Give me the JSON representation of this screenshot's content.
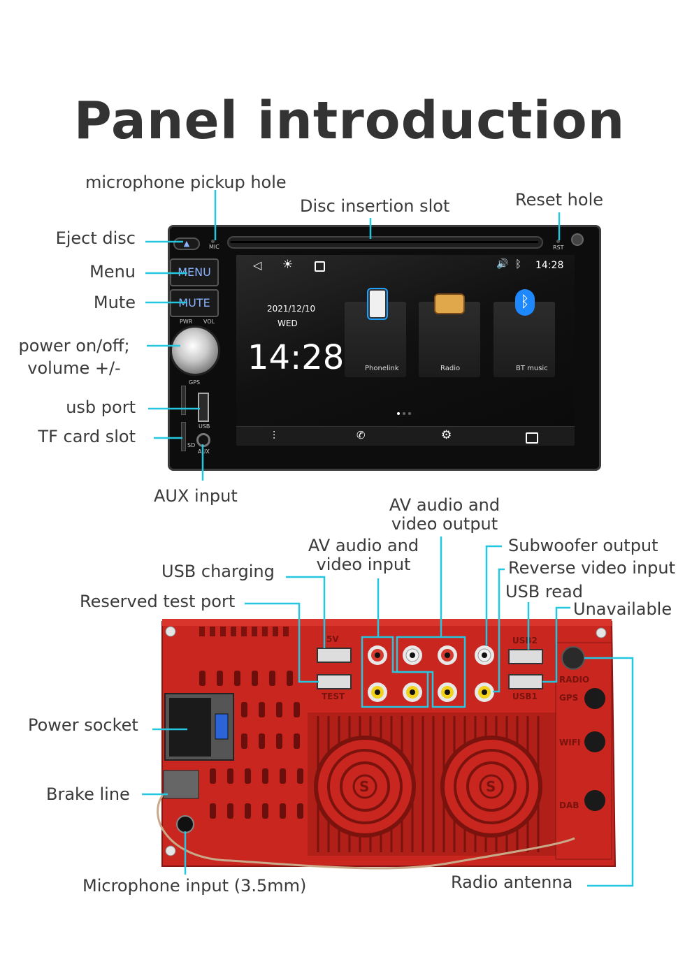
{
  "title": "Panel introduction",
  "front_labels": {
    "microphone_pickup_hole": "microphone pickup hole",
    "disc_insertion_slot": "Disc insertion slot",
    "reset_hole": "Reset hole",
    "eject_disc": "Eject disc",
    "menu": "Menu",
    "mute": "Mute",
    "power_line1": "power on/off;",
    "power_line2": "volume +/-",
    "usb_port": "usb port",
    "tf_card_slot": "TF card slot",
    "aux_input": "AUX input"
  },
  "unit": {
    "mic": "MIC",
    "rst": "RST",
    "menu_btn": "MENU",
    "mute_btn": "MUTE",
    "pwr": "PWR",
    "vol": "VOL",
    "gps": "GPS",
    "usb": "USB",
    "sd": "SD",
    "aux": "AUX"
  },
  "screen": {
    "time_top": "14:28",
    "date": "2021/12/10",
    "weekday": "WED",
    "clock": "14:28",
    "apps": [
      {
        "label": "Phonelink",
        "icon": "phone-icon"
      },
      {
        "label": "Radio",
        "icon": "radio-icon"
      },
      {
        "label": "BT music",
        "icon": "bluetooth-icon"
      }
    ]
  },
  "rear_labels": {
    "av_output_line1": "AV audio and",
    "av_output_line2": "video output",
    "av_input_line1": "AV audio and",
    "av_input_line2": "video input",
    "subwoofer": "Subwoofer output",
    "usb_charging": "USB charging",
    "reverse_video": "Reverse video input",
    "usb_read": "USB read",
    "reserved_test": "Reserved test port",
    "unavailable": "Unavailable",
    "power_socket": "Power socket",
    "brake_line": "Brake line",
    "microphone_input": "Microphone input (3.5mm)",
    "radio_antenna": "Radio antenna"
  },
  "rear_panel": {
    "port_5v": "5V",
    "port_test": "TEST",
    "port_usb2": "USB2",
    "port_usb1": "USB1",
    "port_radio": "RADIO",
    "port_gps": "GPS",
    "port_wifi": "WIFI",
    "port_dab": "DAB",
    "fan_logo": "S"
  },
  "colors": {
    "callout_line": "#25c6e0",
    "rear_red": "#c8261f",
    "button_text": "#8ab4ff"
  }
}
